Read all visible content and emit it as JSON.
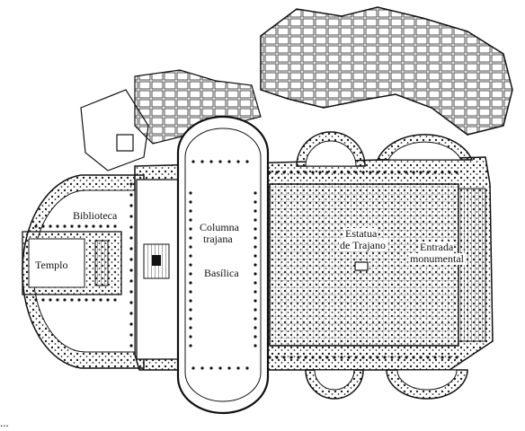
{
  "labels": {
    "biblioteca": "Biblioteca",
    "templo": "Templo",
    "columna_trajana_1": "Columna",
    "columna_trajana_2": "trajana",
    "basilica": "Basílica",
    "estatua_1": "Estatua",
    "estatua_2": "de Trajano",
    "entrada_1": "Entrada",
    "entrada_2": "monumental"
  },
  "caption": "...",
  "colors": {
    "ink": "#111111",
    "paper": "#ffffff",
    "hatch": "#9a9a9a"
  }
}
